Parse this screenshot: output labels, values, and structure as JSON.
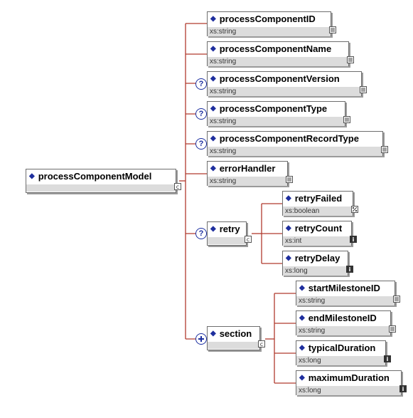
{
  "diagram": {
    "root": {
      "name": "processComponentModel",
      "type": ""
    },
    "elements": [
      {
        "name": "processComponentID",
        "type": "xs:string",
        "optional": false
      },
      {
        "name": "processComponentName",
        "type": "xs:string",
        "optional": false
      },
      {
        "name": "processComponentVersion",
        "type": "xs:string",
        "optional": true
      },
      {
        "name": "processComponentType",
        "type": "xs:string",
        "optional": true
      },
      {
        "name": "processComponentRecordType",
        "type": "xs:string",
        "optional": true
      },
      {
        "name": "errorHandler",
        "type": "xs:string",
        "optional": false
      }
    ],
    "retry": {
      "name": "retry",
      "optional": true,
      "children": [
        {
          "name": "retryFailed",
          "type": "xs:boolean"
        },
        {
          "name": "retryCount",
          "type": "xs:int"
        },
        {
          "name": "retryDelay",
          "type": "xs:long"
        }
      ]
    },
    "section": {
      "name": "section",
      "repeatable": true,
      "children": [
        {
          "name": "startMilestoneID",
          "type": "xs:string"
        },
        {
          "name": "endMilestoneID",
          "type": "xs:string"
        },
        {
          "name": "typicalDuration",
          "type": "xs:long"
        },
        {
          "name": "maximumDuration",
          "type": "xs:long"
        }
      ]
    },
    "colors": {
      "connector": "#b03a2e",
      "accent": "#1c2fa0",
      "type_band": "#dcdcdc"
    }
  }
}
